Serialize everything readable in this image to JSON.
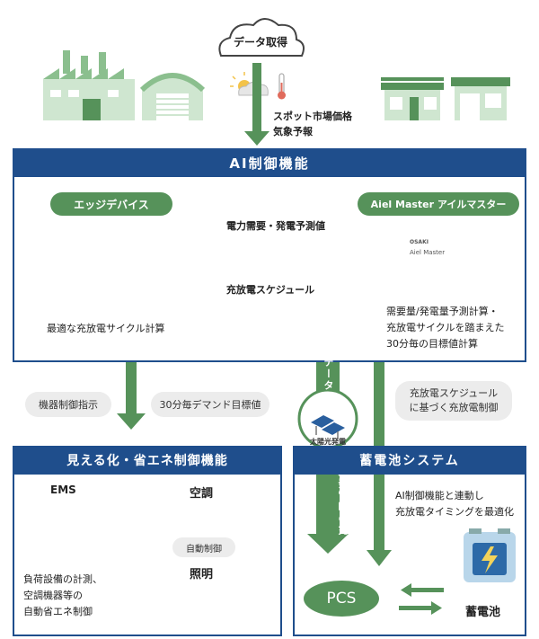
{
  "top": {
    "cloud_label": "データ取得",
    "data_sources": [
      "スポット市場価格",
      "気象予報"
    ]
  },
  "ai_panel": {
    "title": "AI制御機能",
    "edge_device": {
      "label": "エッジデバイス",
      "description": "最適な充放電サイクル計算"
    },
    "aiel_master": {
      "label": "Aiel Master アイルマスター",
      "device_brand": "OSAKI",
      "device_name": "Aiel Master",
      "description": [
        "需要量/発電量予測計算・",
        "充放電サイクルを踏まえた",
        "30分毎の目標値計算"
      ]
    },
    "arrow_top_label": "電力需要・発電予測値",
    "arrow_bottom_label": "充放電スケジュール"
  },
  "middle": {
    "instruction_pills": [
      "機器制御指示",
      "30分毎デマンド目標値"
    ],
    "schedule_pill": [
      "充放電スケジュール",
      "に基づく充放電制御"
    ],
    "up_arrow_text": "発電量データ",
    "down_arrow_text": "余剰発電時の充電",
    "solar_label": "太陽光発電"
  },
  "energy_panel": {
    "title": "見える化・省エネ制御機能",
    "ems_label": "EMS",
    "aircon_label": "空調",
    "auto_control_label": "自動制御",
    "lighting_label": "照明",
    "description": [
      "負荷設備の計測、",
      "空調機器等の",
      "自動省エネ制御"
    ]
  },
  "battery_panel": {
    "title": "蓄電池システム",
    "description": [
      "AI制御機能と連動し",
      "充放電タイミングを最適化"
    ],
    "pcs_label": "PCS",
    "battery_label": "蓄電池"
  },
  "colors": {
    "navy": "#1f4e8c",
    "green": "#56925a",
    "light_green": "#cfe6d0",
    "gray_pill": "#ececec"
  }
}
